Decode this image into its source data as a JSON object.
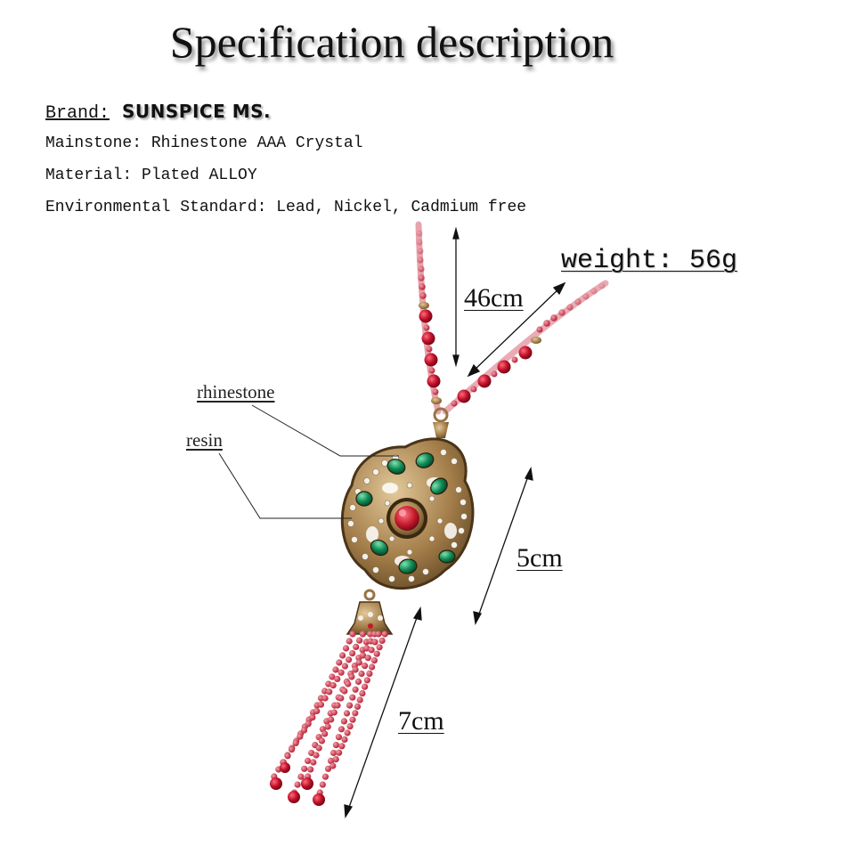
{
  "title": "Specification description",
  "specs": {
    "brand_label": "Brand:",
    "brand_value": "SUNSPICE MS.",
    "mainstone": "Mainstone: Rhinestone  AAA Crystal",
    "material": "Material: Plated ALLOY",
    "environmental": "Environmental Standard: Lead, Nickel, Cadmium free"
  },
  "measurements": {
    "chain_length": "46cm",
    "weight": "weight: 56g",
    "pendant_length": "5cm",
    "tassel_length": "7cm"
  },
  "callouts": {
    "rhinestone": "rhinestone",
    "resin": "resin"
  },
  "colors": {
    "bead_red": "#c0102a",
    "bead_dark": "#8e0a1c",
    "gold": "#b08a55",
    "emerald": "#0f8a55",
    "ruby": "#c21a2c"
  }
}
